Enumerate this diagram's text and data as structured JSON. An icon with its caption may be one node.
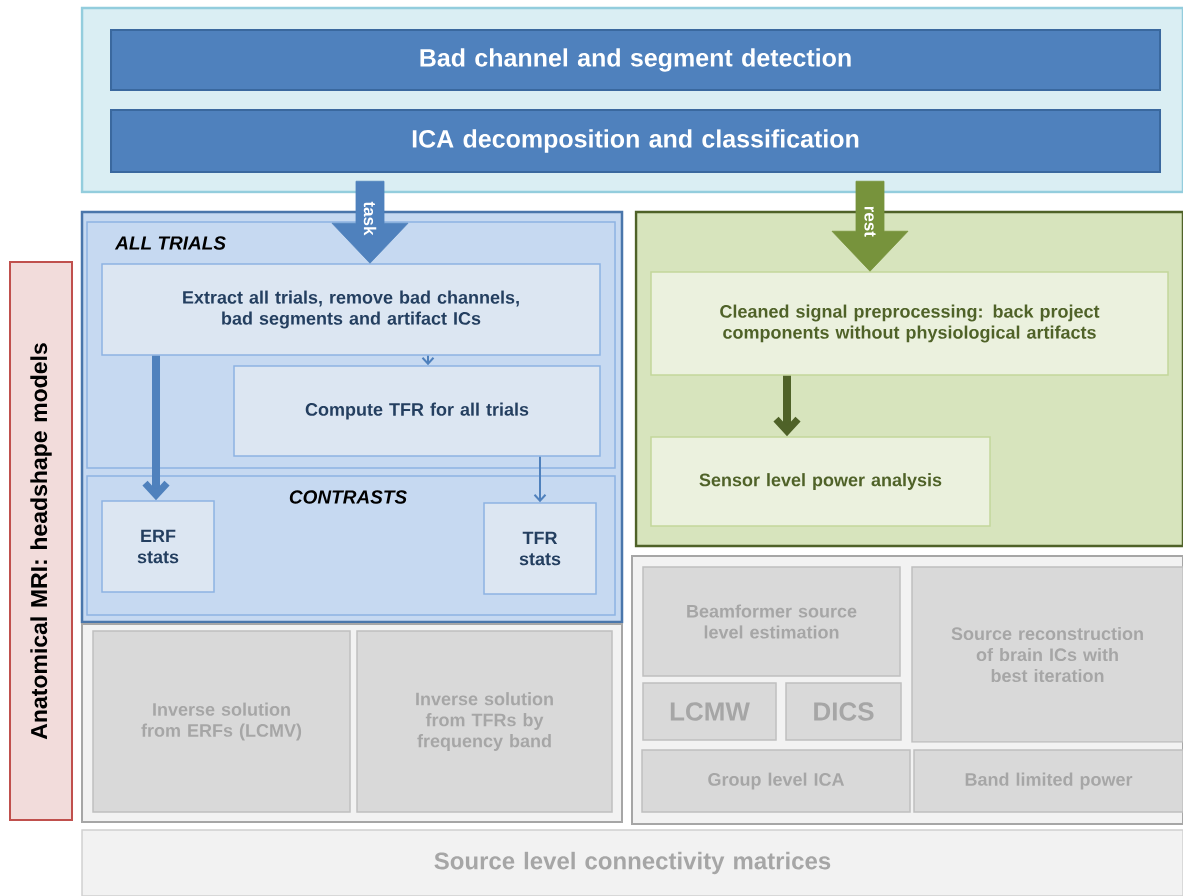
{
  "diagram": {
    "nodes": [
      {
        "text": [],
        "shape": "box"
      },
      {
        "text": [
          "Bad channel and segment detection"
        ],
        "in": 0
      },
      {
        "text": [
          "ICA decomposition and classification"
        ],
        "in": 0
      },
      {
        "text": [],
        "shape": "box"
      },
      {
        "text": [
          "ALL TRIALS"
        ],
        "in": 3
      },
      {
        "text": [
          "Extract all trials, remove bad channels, bad segments and artifact ICs"
        ],
        "in": 4
      },
      {
        "text": [
          "Compute TFR for all trials"
        ],
        "in": 4
      },
      {
        "text": [
          "CONTRASTS"
        ],
        "in": 3
      },
      {
        "text": [
          "ERF stats"
        ],
        "in": 7
      },
      {
        "text": [
          "TFR stats"
        ],
        "in": 7
      },
      {
        "text": [],
        "shape": "box"
      },
      {
        "text": [
          "Cleaned signal preprocessing: back project components without physiological artifacts"
        ],
        "in": 10
      },
      {
        "text": [
          "Sensor level power analysis"
        ],
        "in": 10
      },
      {
        "text": [],
        "shape": "box"
      },
      {
        "text": [
          "Inverse solution from ERFs (LCMV)"
        ],
        "in": 13
      },
      {
        "text": [
          "Inverse solution from TFRs by frequency band"
        ],
        "in": 13
      },
      {
        "text": [],
        "shape": "box"
      },
      {
        "text": [
          "Beamformer source level estimation"
        ],
        "in": 16
      },
      {
        "text": [
          "LCMW"
        ],
        "in": 16
      },
      {
        "text": [
          "DICS"
        ],
        "in": 16
      },
      {
        "text": [
          "Source reconstruction of brain ICs with best iteration"
        ],
        "in": 16
      },
      {
        "text": [
          "Group level ICA"
        ],
        "in": 16
      },
      {
        "text": [
          "Band limited power"
        ],
        "in": 16
      },
      {
        "text": [
          "Source level connectivity matrices"
        ]
      },
      {
        "text": [
          "Anatomical MRI: headshape models"
        ]
      }
    ],
    "edges": [
      {
        "from": 0,
        "to": 5,
        "arrow": "to",
        "label": "task"
      },
      {
        "from": 0,
        "to": 11,
        "arrow": "to",
        "label": "rest",
        "color": "#77933c"
      },
      {
        "from": 5,
        "to": 8,
        "arrow": "to",
        "style": "thick"
      },
      {
        "from": 5,
        "to": 6,
        "arrow": "to"
      },
      {
        "from": 6,
        "to": 9,
        "arrow": "to"
      },
      {
        "from": 11,
        "to": 12,
        "arrow": "to",
        "style": "thick",
        "color": "#4f6228"
      }
    ]
  }
}
